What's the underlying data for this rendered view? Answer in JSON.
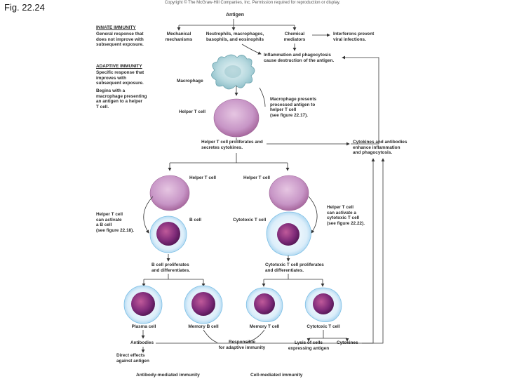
{
  "fig_label": "Fig. 22.24",
  "copyright": "Copyright © The McGraw-Hill Companies, Inc. Permission required for reproduction or display.",
  "antigen": "Antigen",
  "innate": {
    "title": "INNATE IMMUNITY",
    "desc": "General response that\ndoes not improve with\nsubsequent exposure.",
    "mechanical": "Mechanical\nmechanisms",
    "cells": "Neutrophils, macrophages,\nbasophils, and eosinophils",
    "chemical": "Chemical\nmediators",
    "interferons": "Interferons prevent\nviral infections.",
    "inflammation": "Inflammation and phagocytosis\ncause destruction of the antigen."
  },
  "adaptive": {
    "title": "ADAPTIVE IMMUNITY",
    "desc1": "Specific response that\nimproves with\nsubsequent exposure.",
    "desc2": "Begins with a\nmacrophage presenting\nan antigen to a helper\nT cell."
  },
  "labels": {
    "macrophage": "Macrophage",
    "helper_t_top": "Helper T cell",
    "presents": "Macrophage presents\nprocessed antigen to\nhelper T cell\n(see figure 22.17).",
    "proliferates": "Helper T cell proliferates and\nsecretes cytokines.",
    "cytokines_enhance": "Cytokines and antibodies\nenhance inflammation\nand phagocytosis.",
    "helper_t_left": "Helper T cell",
    "helper_t_right": "Helper T cell",
    "activate_b": "Helper T cell\ncan activate\na B cell\n(see figure 22.18).",
    "b_cell": "B cell",
    "cytotoxic_t": "Cytotoxic T cell",
    "activate_cyto": "Helper T cell\ncan activate a\ncytotoxic T cell\n(see figure 22.22).",
    "b_prolif": "B cell proliferates\nand differentiates.",
    "cyto_prolif": "Cytotoxic T cell proliferates\nand differentiates.",
    "plasma": "Plasma cell",
    "memory_b": "Memory B cell",
    "memory_t": "Memory T cell",
    "cytotoxic_t2": "Cytotoxic T cell",
    "antibodies": "Antibodies",
    "responsible": "Responsible\nfor adaptive immunity",
    "lysis": "Lysis of cells\nexpressing antigen",
    "cytokines": "Cytokines",
    "direct_effects": "Direct effects\nagainst antigen",
    "antibody_mediated": "Antibody-mediated immunity",
    "cell_mediated": "Cell-mediated immunity"
  }
}
